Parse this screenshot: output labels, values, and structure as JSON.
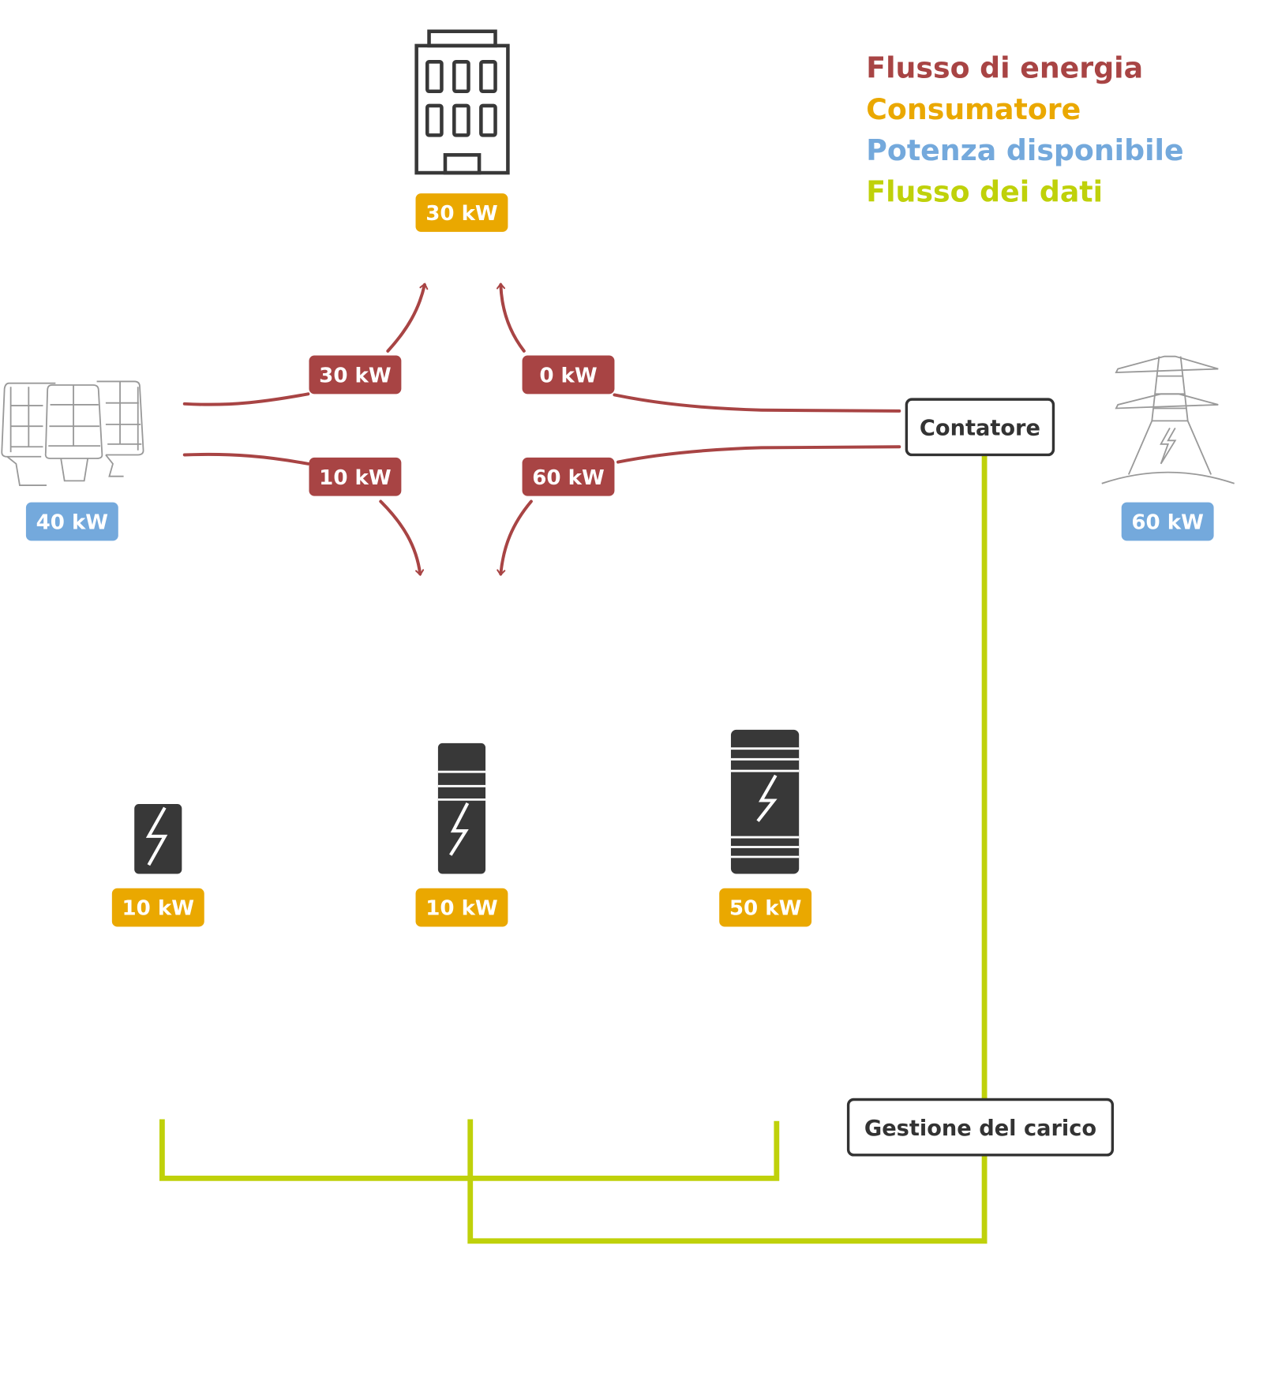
{
  "legend": {
    "items": [
      {
        "label": "Flusso di energia",
        "color": "#a84444"
      },
      {
        "label": "Consumatore",
        "color": "#eaa800"
      },
      {
        "label": "Potenza disponibile",
        "color": "#74a9dc"
      },
      {
        "label": "Flusso dei dati",
        "color": "#bfd10a"
      }
    ]
  },
  "colors": {
    "energy_flow": "#a84444",
    "consumer": "#eaa800",
    "available_power": "#74a9dc",
    "data_flow": "#bfd10a",
    "icon_dark": "#383838"
  },
  "nodes": {
    "building": {
      "icon": "building-icon",
      "badge": "30 kW",
      "badge_type": "consumer"
    },
    "solar": {
      "icon": "solar-panel-icon",
      "badge": "40 kW",
      "badge_type": "available_power"
    },
    "grid": {
      "icon": "power-pylon-icon",
      "badge": "60 kW",
      "badge_type": "available_power"
    },
    "meter": {
      "label": "Contatore"
    },
    "load_management": {
      "label": "Gestione del carico"
    },
    "chargers": [
      {
        "icon": "charger-small-icon",
        "badge": "10 kW"
      },
      {
        "icon": "charger-medium-icon",
        "badge": "10 kW"
      },
      {
        "icon": "charger-large-icon",
        "badge": "50 kW"
      }
    ]
  },
  "flows": {
    "solar_to_building": "30 kW",
    "grid_to_building": "0 kW",
    "solar_to_chargers": "10 kW",
    "grid_to_chargers": "60 kW"
  }
}
